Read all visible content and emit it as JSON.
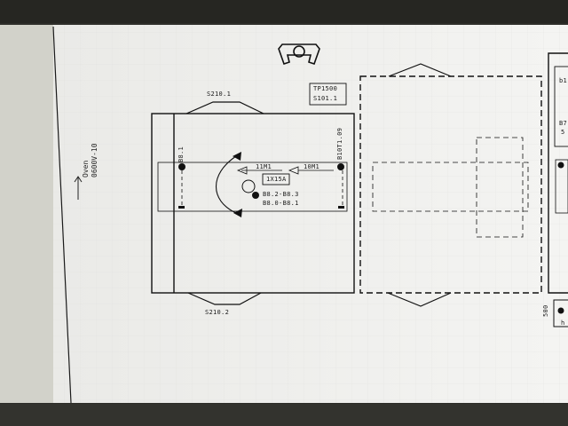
{
  "oven": {
    "line1": "Oven",
    "line2": "0600V-10"
  },
  "labels": {
    "s210_1": "S210.1",
    "s210_2": "S210.2",
    "tp1500": "TP1500",
    "s101_1": "S101.1",
    "b8_1": "B8.1",
    "b10t1_09": "B10T1.09",
    "m11": "11M1",
    "m10": "10M1",
    "box_1x15a": "1X15A",
    "b8_range": "B8.2-B8.3",
    "b8_range2": "B8.0-B8.1",
    "right_500": "500",
    "right_b1": "b1",
    "right_b7": "B7",
    "right_5": "5",
    "right_h": "h"
  },
  "icons": {
    "operator": "operator-station-icon"
  },
  "colors": {
    "paper": "#efefed",
    "ink": "#111111",
    "grid": "#d6d6d6",
    "background": "#2e2e2a"
  }
}
